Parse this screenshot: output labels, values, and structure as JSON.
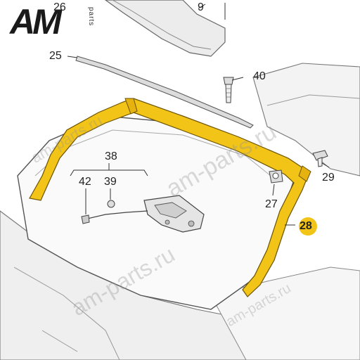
{
  "logo": {
    "brand": "AM",
    "sub": "parts"
  },
  "watermarks": [
    "am-parts.ru",
    "am-parts.ru",
    "am-parts.ru",
    "am-parts.ru"
  ],
  "callouts": {
    "n26": "26",
    "n9": "9",
    "n25": "25",
    "n40": "40",
    "n38": "38",
    "n42": "42",
    "n39": "39",
    "n29": "29",
    "n27": "27",
    "n28": "28"
  },
  "colors": {
    "seal": "#f2c418",
    "seal_outline": "#6b5200",
    "highlight_badge": "#f2c418",
    "line_art": "#555555"
  }
}
